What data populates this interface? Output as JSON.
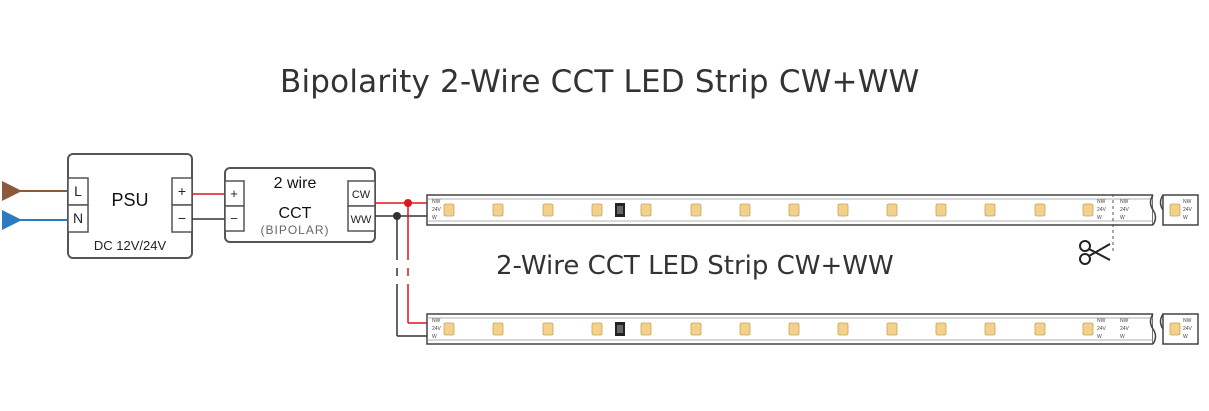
{
  "title": "Bipolarity 2-Wire CCT LED Strip CW+WW",
  "subtitle": "2-Wire CCT LED Strip CW+WW",
  "psu": {
    "label": "PSU",
    "input_l": "L",
    "input_n": "N",
    "out_plus": "+",
    "out_minus": "−",
    "rating": "DC 12V/24V"
  },
  "controller": {
    "line1": "2 wire",
    "line2": "CCT",
    "line3": "(BIPOLAR)",
    "in_plus": "+",
    "in_minus": "−",
    "out_cw": "CW",
    "out_ww": "WW"
  },
  "colors": {
    "live_wire": "#8b5a3c",
    "neutral_wire": "#2b7bbf",
    "red_wire": "#e0141e",
    "black_wire": "#333333",
    "led": "#f3d18a"
  },
  "strip_pad": {
    "a": "NW",
    "b": "24V",
    "c": "W"
  }
}
